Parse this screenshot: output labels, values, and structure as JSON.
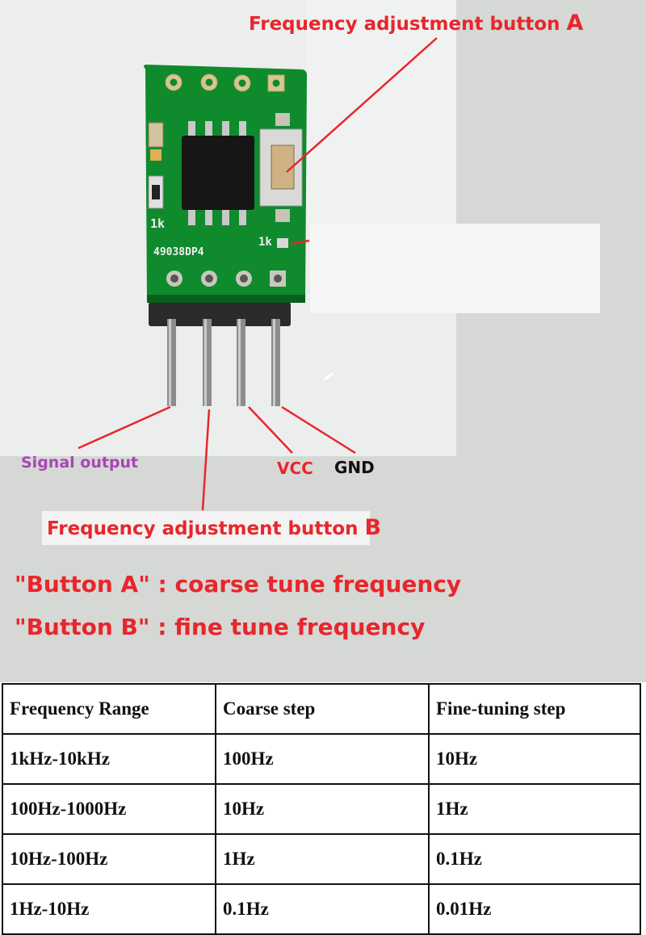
{
  "annotations": {
    "button_a": {
      "text": "Frequency adjustment button",
      "letter": "A"
    },
    "button_b": {
      "text": "Frequency adjustment button",
      "letter": "B"
    },
    "pins": {
      "signal": "Signal output",
      "vcc": "VCC",
      "gnd": "GND"
    },
    "board": {
      "resistor_1": "1k",
      "resistor_2": "1k",
      "serial": "49038DP4"
    }
  },
  "notes": [
    "\"Button A\" : coarse tune frequency",
    "\"Button B\" : fine tune frequency"
  ],
  "table": {
    "headers": [
      "Frequency Range",
      "Coarse step",
      "Fine-tuning step"
    ],
    "rows": [
      [
        "1kHz-10kHz",
        "100Hz",
        "10Hz"
      ],
      [
        "100Hz-1000Hz",
        "10Hz",
        "1Hz"
      ],
      [
        "10Hz-100Hz",
        "1Hz",
        "0.1Hz"
      ],
      [
        "1Hz-10Hz",
        "0.1Hz",
        "0.01Hz"
      ]
    ]
  },
  "colors": {
    "pcb": "#0f8a2c",
    "arrow_red": "#e8262c",
    "signal_purple": "#a746b6"
  }
}
